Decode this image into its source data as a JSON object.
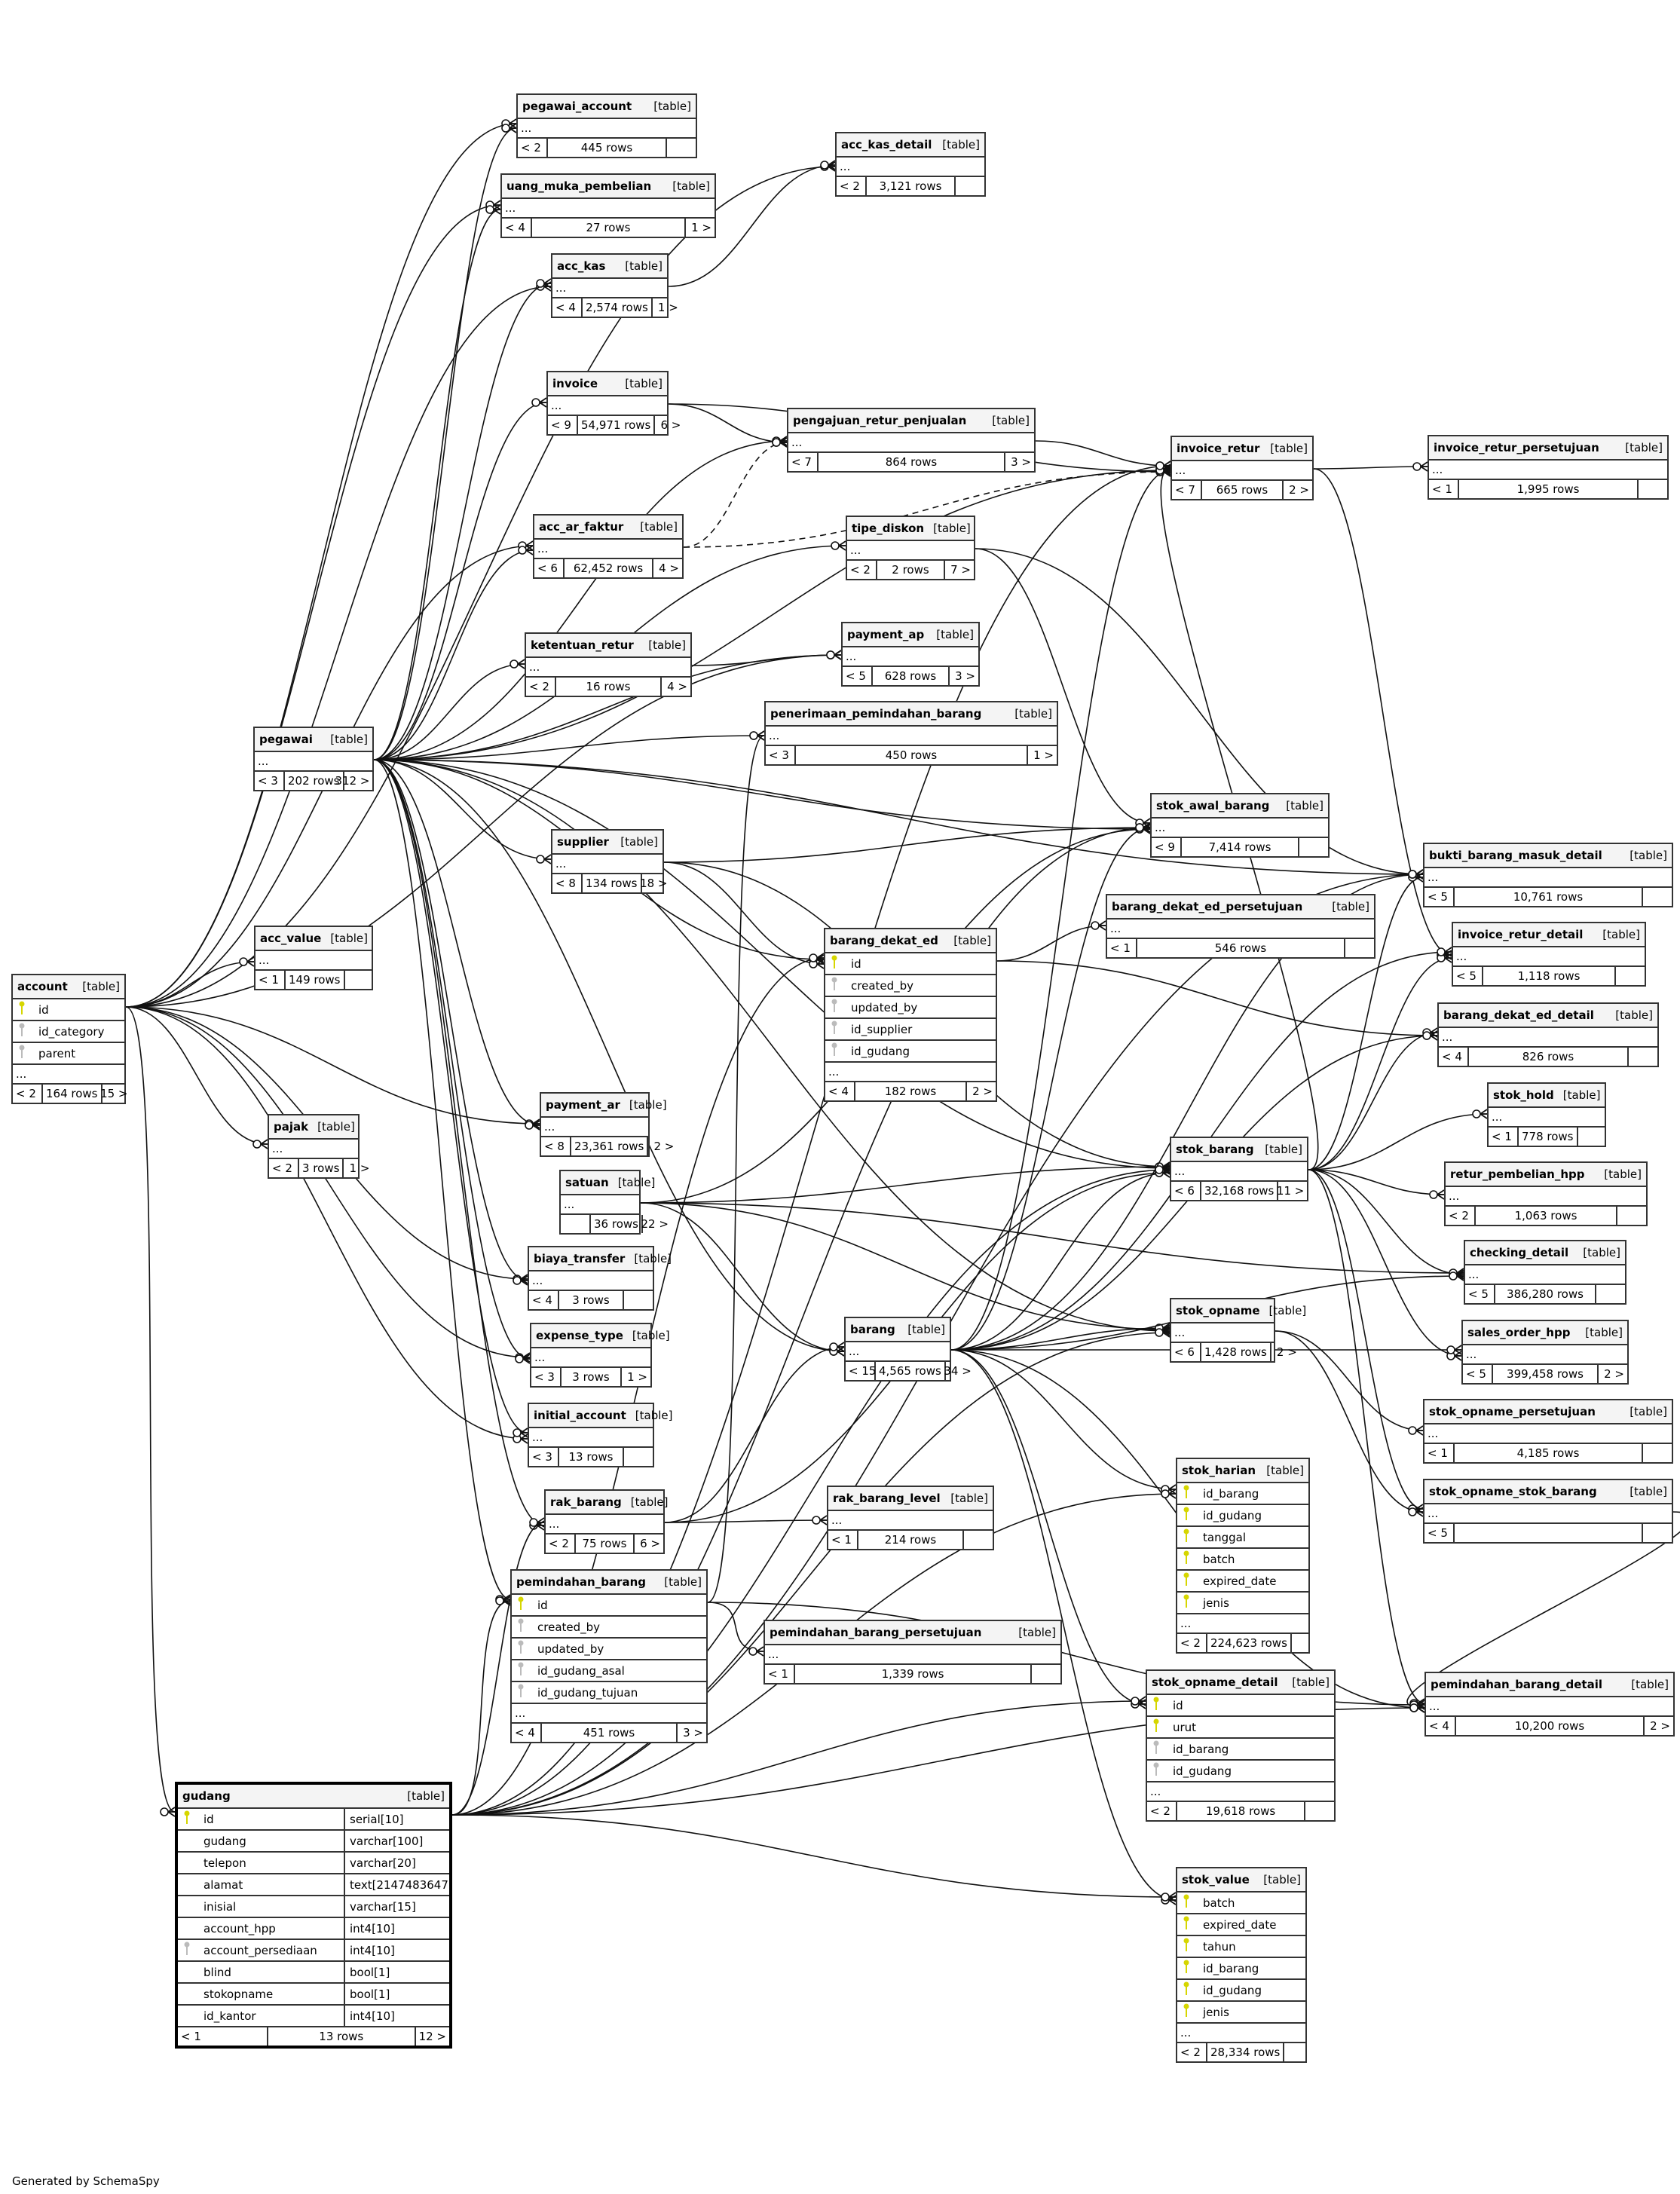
{
  "diagram": {
    "generator_note": "Generated by SchemaSpy",
    "type_label": "[table]",
    "focus_table": "gudang",
    "tables": [
      {
        "id": "pegawai_account",
        "name": "pegawai_account",
        "parents": "< 2",
        "rows": "445 rows",
        "children": ""
      },
      {
        "id": "uang_muka_pembelian",
        "name": "uang_muka_pembelian",
        "parents": "< 4",
        "rows": "27 rows",
        "children": "1 >"
      },
      {
        "id": "acc_kas",
        "name": "acc_kas",
        "parents": "< 4",
        "rows": "2,574 rows",
        "children": "1 >"
      },
      {
        "id": "acc_kas_detail",
        "name": "acc_kas_detail",
        "parents": "< 2",
        "rows": "3,121 rows",
        "children": ""
      },
      {
        "id": "invoice",
        "name": "invoice",
        "parents": "< 9",
        "rows": "54,971 rows",
        "children": "6 >"
      },
      {
        "id": "pengajuan_retur_penjualan",
        "name": "pengajuan_retur_penjualan",
        "parents": "< 7",
        "rows": "864 rows",
        "children": "3 >"
      },
      {
        "id": "invoice_retur",
        "name": "invoice_retur",
        "parents": "< 7",
        "rows": "665 rows",
        "children": "2 >"
      },
      {
        "id": "invoice_retur_persetujuan",
        "name": "invoice_retur_persetujuan",
        "parents": "< 1",
        "rows": "1,995 rows",
        "children": ""
      },
      {
        "id": "acc_ar_faktur",
        "name": "acc_ar_faktur",
        "parents": "< 6",
        "rows": "62,452 rows",
        "children": "4 >"
      },
      {
        "id": "tipe_diskon",
        "name": "tipe_diskon",
        "parents": "< 2",
        "rows": "2 rows",
        "children": "7 >"
      },
      {
        "id": "ketentuan_retur",
        "name": "ketentuan_retur",
        "parents": "< 2",
        "rows": "16 rows",
        "children": "4 >"
      },
      {
        "id": "payment_ap",
        "name": "payment_ap",
        "parents": "< 5",
        "rows": "628 rows",
        "children": "3 >"
      },
      {
        "id": "penerimaan_pemindahan_barang",
        "name": "penerimaan_pemindahan_barang",
        "parents": "< 3",
        "rows": "450 rows",
        "children": "1 >"
      },
      {
        "id": "pegawai",
        "name": "pegawai",
        "parents": "< 3",
        "rows": "202 rows",
        "children": "312 >"
      },
      {
        "id": "stok_awal_barang",
        "name": "stok_awal_barang",
        "parents": "< 9",
        "rows": "7,414 rows",
        "children": ""
      },
      {
        "id": "supplier",
        "name": "supplier",
        "parents": "< 8",
        "rows": "134 rows",
        "children": "18 >"
      },
      {
        "id": "bukti_barang_masuk_detail",
        "name": "bukti_barang_masuk_detail",
        "parents": "< 5",
        "rows": "10,761 rows",
        "children": ""
      },
      {
        "id": "barang_dekat_ed_persetujuan",
        "name": "barang_dekat_ed_persetujuan",
        "parents": "< 1",
        "rows": "546 rows",
        "children": ""
      },
      {
        "id": "acc_value",
        "name": "acc_value",
        "parents": "< 1",
        "rows": "149 rows",
        "children": ""
      },
      {
        "id": "barang_dekat_ed",
        "name": "barang_dekat_ed",
        "parents": "< 4",
        "rows": "182 rows",
        "children": "2 >",
        "columns": [
          {
            "name": "id",
            "key": "pk"
          },
          {
            "name": "created_by",
            "key": "fk"
          },
          {
            "name": "updated_by",
            "key": "fk"
          },
          {
            "name": "id_supplier",
            "key": "fk"
          },
          {
            "name": "id_gudang",
            "key": "fk"
          }
        ]
      },
      {
        "id": "invoice_retur_detail",
        "name": "invoice_retur_detail",
        "parents": "< 5",
        "rows": "1,118 rows",
        "children": ""
      },
      {
        "id": "account",
        "name": "account",
        "parents": "< 2",
        "rows": "164 rows",
        "children": "15 >",
        "columns": [
          {
            "name": "id",
            "key": "pk"
          },
          {
            "name": "id_category",
            "key": "fk"
          },
          {
            "name": "parent",
            "key": "fk"
          }
        ]
      },
      {
        "id": "barang_dekat_ed_detail",
        "name": "barang_dekat_ed_detail",
        "parents": "< 4",
        "rows": "826 rows",
        "children": ""
      },
      {
        "id": "stok_hold",
        "name": "stok_hold",
        "parents": "< 1",
        "rows": "778 rows",
        "children": ""
      },
      {
        "id": "payment_ar",
        "name": "payment_ar",
        "parents": "< 8",
        "rows": "23,361 rows",
        "children": "2 >"
      },
      {
        "id": "pajak",
        "name": "pajak",
        "parents": "< 2",
        "rows": "3 rows",
        "children": "1 >"
      },
      {
        "id": "stok_barang",
        "name": "stok_barang",
        "parents": "< 6",
        "rows": "32,168 rows",
        "children": "11 >"
      },
      {
        "id": "retur_pembelian_hpp",
        "name": "retur_pembelian_hpp",
        "parents": "< 2",
        "rows": "1,063 rows",
        "children": ""
      },
      {
        "id": "satuan",
        "name": "satuan",
        "parents": "",
        "rows": "36 rows",
        "children": "22 >"
      },
      {
        "id": "checking_detail",
        "name": "checking_detail",
        "parents": "< 5",
        "rows": "386,280 rows",
        "children": ""
      },
      {
        "id": "biaya_transfer",
        "name": "biaya_transfer",
        "parents": "< 4",
        "rows": "3 rows",
        "children": ""
      },
      {
        "id": "stok_opname",
        "name": "stok_opname",
        "parents": "< 6",
        "rows": "1,428 rows",
        "children": "2 >"
      },
      {
        "id": "barang",
        "name": "barang",
        "parents": "< 15",
        "rows": "4,565 rows",
        "children": "34 >"
      },
      {
        "id": "sales_order_hpp",
        "name": "sales_order_hpp",
        "parents": "< 5",
        "rows": "399,458 rows",
        "children": "2 >"
      },
      {
        "id": "expense_type",
        "name": "expense_type",
        "parents": "< 3",
        "rows": "3 rows",
        "children": "1 >"
      },
      {
        "id": "stok_opname_persetujuan",
        "name": "stok_opname_persetujuan",
        "parents": "< 1",
        "rows": "4,185 rows",
        "children": ""
      },
      {
        "id": "initial_account",
        "name": "initial_account",
        "parents": "< 3",
        "rows": "13 rows",
        "children": ""
      },
      {
        "id": "stok_harian",
        "name": "stok_harian",
        "parents": "< 2",
        "rows": "224,623 rows",
        "children": "",
        "columns": [
          {
            "name": "id_barang",
            "key": "pk"
          },
          {
            "name": "id_gudang",
            "key": "pk"
          },
          {
            "name": "tanggal",
            "key": "pk"
          },
          {
            "name": "batch",
            "key": "pk"
          },
          {
            "name": "expired_date",
            "key": "pk"
          },
          {
            "name": "jenis",
            "key": "pk"
          }
        ]
      },
      {
        "id": "stok_opname_stok_barang",
        "name": "stok_opname_stok_barang",
        "parents": "< 5",
        "rows": "",
        "children": ""
      },
      {
        "id": "rak_barang",
        "name": "rak_barang",
        "parents": "< 2",
        "rows": "75 rows",
        "children": "6 >"
      },
      {
        "id": "rak_barang_level",
        "name": "rak_barang_level",
        "parents": "< 1",
        "rows": "214 rows",
        "children": ""
      },
      {
        "id": "pemindahan_barang",
        "name": "pemindahan_barang",
        "parents": "< 4",
        "rows": "451 rows",
        "children": "3 >",
        "columns": [
          {
            "name": "id",
            "key": "pk"
          },
          {
            "name": "created_by",
            "key": "fk"
          },
          {
            "name": "updated_by",
            "key": "fk"
          },
          {
            "name": "id_gudang_asal",
            "key": "fk"
          },
          {
            "name": "id_gudang_tujuan",
            "key": "fk"
          }
        ]
      },
      {
        "id": "pemindahan_barang_persetujuan",
        "name": "pemindahan_barang_persetujuan",
        "parents": "< 1",
        "rows": "1,339 rows",
        "children": ""
      },
      {
        "id": "stok_opname_detail",
        "name": "stok_opname_detail",
        "parents": "< 2",
        "rows": "19,618 rows",
        "children": "",
        "columns": [
          {
            "name": "id",
            "key": "pk"
          },
          {
            "name": "urut",
            "key": "pk"
          },
          {
            "name": "id_barang",
            "key": "fk"
          },
          {
            "name": "id_gudang",
            "key": "fk"
          }
        ]
      },
      {
        "id": "pemindahan_barang_detail",
        "name": "pemindahan_barang_detail",
        "parents": "< 4",
        "rows": "10,200 rows",
        "children": "2 >"
      },
      {
        "id": "gudang",
        "name": "gudang",
        "parents": "< 1",
        "rows": "13 rows",
        "children": "12 >",
        "columns": [
          {
            "name": "id",
            "key": "pk",
            "type": "serial[10]"
          },
          {
            "name": "gudang",
            "key": "",
            "type": "varchar[100]"
          },
          {
            "name": "telepon",
            "key": "",
            "type": "varchar[20]"
          },
          {
            "name": "alamat",
            "key": "",
            "type": "text[2147483647]"
          },
          {
            "name": "inisial",
            "key": "",
            "type": "varchar[15]"
          },
          {
            "name": "account_hpp",
            "key": "",
            "type": "int4[10]"
          },
          {
            "name": "account_persediaan",
            "key": "fk",
            "type": "int4[10]"
          },
          {
            "name": "blind",
            "key": "",
            "type": "bool[1]"
          },
          {
            "name": "stokopname",
            "key": "",
            "type": "bool[1]"
          },
          {
            "name": "id_kantor",
            "key": "",
            "type": "int4[10]"
          }
        ]
      },
      {
        "id": "stok_value",
        "name": "stok_value",
        "parents": "< 2",
        "rows": "28,334 rows",
        "children": "",
        "columns": [
          {
            "name": "batch",
            "key": "pk"
          },
          {
            "name": "expired_date",
            "key": "pk"
          },
          {
            "name": "tahun",
            "key": "pk"
          },
          {
            "name": "id_barang",
            "key": "pk"
          },
          {
            "name": "id_gudang",
            "key": "pk"
          },
          {
            "name": "jenis",
            "key": "pk"
          }
        ]
      }
    ],
    "relationships": [
      [
        "account",
        "pegawai_account"
      ],
      [
        "account",
        "uang_muka_pembelian"
      ],
      [
        "account",
        "acc_kas"
      ],
      [
        "account",
        "acc_kas_detail"
      ],
      [
        "account",
        "acc_value"
      ],
      [
        "account",
        "pajak"
      ],
      [
        "account",
        "payment_ar"
      ],
      [
        "account",
        "biaya_transfer"
      ],
      [
        "account",
        "expense_type"
      ],
      [
        "account",
        "initial_account"
      ],
      [
        "account",
        "gudang"
      ],
      [
        "account",
        "acc_ar_faktur"
      ],
      [
        "account",
        "payment_ap"
      ],
      [
        "pegawai",
        "pegawai_account"
      ],
      [
        "pegawai",
        "uang_muka_pembelian"
      ],
      [
        "pegawai",
        "acc_kas"
      ],
      [
        "pegawai",
        "invoice"
      ],
      [
        "pegawai",
        "pengajuan_retur_penjualan"
      ],
      [
        "pegawai",
        "invoice_retur"
      ],
      [
        "pegawai",
        "acc_ar_faktur"
      ],
      [
        "pegawai",
        "tipe_diskon"
      ],
      [
        "pegawai",
        "ketentuan_retur"
      ],
      [
        "pegawai",
        "payment_ap"
      ],
      [
        "pegawai",
        "penerimaan_pemindahan_barang"
      ],
      [
        "pegawai",
        "stok_awal_barang"
      ],
      [
        "pegawai",
        "supplier"
      ],
      [
        "pegawai",
        "barang_dekat_ed"
      ],
      [
        "pegawai",
        "payment_ar"
      ],
      [
        "pegawai",
        "biaya_transfer"
      ],
      [
        "pegawai",
        "expense_type"
      ],
      [
        "pegawai",
        "initial_account"
      ],
      [
        "pegawai",
        "stok_barang"
      ],
      [
        "pegawai",
        "stok_opname"
      ],
      [
        "pegawai",
        "barang"
      ],
      [
        "pegawai",
        "rak_barang"
      ],
      [
        "pegawai",
        "pemindahan_barang"
      ],
      [
        "pegawai",
        "bukti_barang_masuk_detail"
      ],
      [
        "acc_kas",
        "acc_kas_detail"
      ],
      [
        "invoice",
        "pengajuan_retur_penjualan"
      ],
      [
        "invoice",
        "invoice_retur"
      ],
      [
        "pengajuan_retur_penjualan",
        "invoice_retur"
      ],
      [
        "invoice_retur",
        "invoice_retur_persetujuan"
      ],
      [
        "invoice_retur",
        "invoice_retur_detail"
      ],
      [
        "acc_ar_faktur",
        "pengajuan_retur_penjualan"
      ],
      [
        "acc_ar_faktur",
        "invoice_retur"
      ],
      [
        "tipe_diskon",
        "stok_awal_barang"
      ],
      [
        "tipe_diskon",
        "bukti_barang_masuk_detail"
      ],
      [
        "ketentuan_retur",
        "payment_ap"
      ],
      [
        "supplier",
        "stok_awal_barang"
      ],
      [
        "supplier",
        "barang_dekat_ed"
      ],
      [
        "supplier",
        "stok_barang"
      ],
      [
        "barang_dekat_ed",
        "barang_dekat_ed_persetujuan"
      ],
      [
        "barang_dekat_ed",
        "barang_dekat_ed_detail"
      ],
      [
        "stok_barang",
        "bukti_barang_masuk_detail"
      ],
      [
        "stok_barang",
        "invoice_retur_detail"
      ],
      [
        "stok_barang",
        "barang_dekat_ed_detail"
      ],
      [
        "stok_barang",
        "stok_hold"
      ],
      [
        "stok_barang",
        "retur_pembelian_hpp"
      ],
      [
        "stok_barang",
        "checking_detail"
      ],
      [
        "stok_barang",
        "sales_order_hpp"
      ],
      [
        "stok_barang",
        "stok_opname_stok_barang"
      ],
      [
        "stok_barang",
        "pemindahan_barang_detail"
      ],
      [
        "stok_barang",
        "invoice_retur"
      ],
      [
        "satuan",
        "barang"
      ],
      [
        "satuan",
        "stok_awal_barang"
      ],
      [
        "satuan",
        "stok_barang"
      ],
      [
        "satuan",
        "stok_opname"
      ],
      [
        "satuan",
        "checking_detail"
      ],
      [
        "barang",
        "stok_awal_barang"
      ],
      [
        "barang",
        "stok_barang"
      ],
      [
        "barang",
        "stok_opname"
      ],
      [
        "barang",
        "stok_harian"
      ],
      [
        "barang",
        "stok_value"
      ],
      [
        "barang",
        "stok_opname_detail"
      ],
      [
        "barang",
        "pemindahan_barang_detail"
      ],
      [
        "barang",
        "invoice_retur_detail"
      ],
      [
        "barang",
        "bukti_barang_masuk_detail"
      ],
      [
        "barang",
        "barang_dekat_ed_detail"
      ],
      [
        "barang",
        "invoice_retur"
      ],
      [
        "barang",
        "checking_detail"
      ],
      [
        "barang",
        "sales_order_hpp"
      ],
      [
        "stok_opname",
        "stok_opname_persetujuan"
      ],
      [
        "stok_opname",
        "stok_opname_stok_barang"
      ],
      [
        "rak_barang",
        "rak_barang_level"
      ],
      [
        "rak_barang",
        "stok_barang"
      ],
      [
        "rak_barang",
        "barang"
      ],
      [
        "pemindahan_barang",
        "pemindahan_barang_persetujuan"
      ],
      [
        "pemindahan_barang",
        "pemindahan_barang_detail"
      ],
      [
        "pemindahan_barang",
        "penerimaan_pemindahan_barang"
      ],
      [
        "stok_opname_stok_barang",
        "pemindahan_barang_detail"
      ],
      [
        "gudang",
        "barang_dekat_ed"
      ],
      [
        "gudang",
        "pemindahan_barang"
      ],
      [
        "gudang",
        "stok_barang"
      ],
      [
        "gudang",
        "stok_opname"
      ],
      [
        "gudang",
        "stok_harian"
      ],
      [
        "gudang",
        "stok_value"
      ],
      [
        "gudang",
        "stok_opname_detail"
      ],
      [
        "gudang",
        "rak_barang"
      ],
      [
        "gudang",
        "stok_awal_barang"
      ],
      [
        "gudang",
        "pemindahan_barang_detail"
      ],
      [
        "gudang",
        "invoice_retur"
      ],
      [
        "gudang",
        "bukti_barang_masuk_detail"
      ]
    ]
  }
}
